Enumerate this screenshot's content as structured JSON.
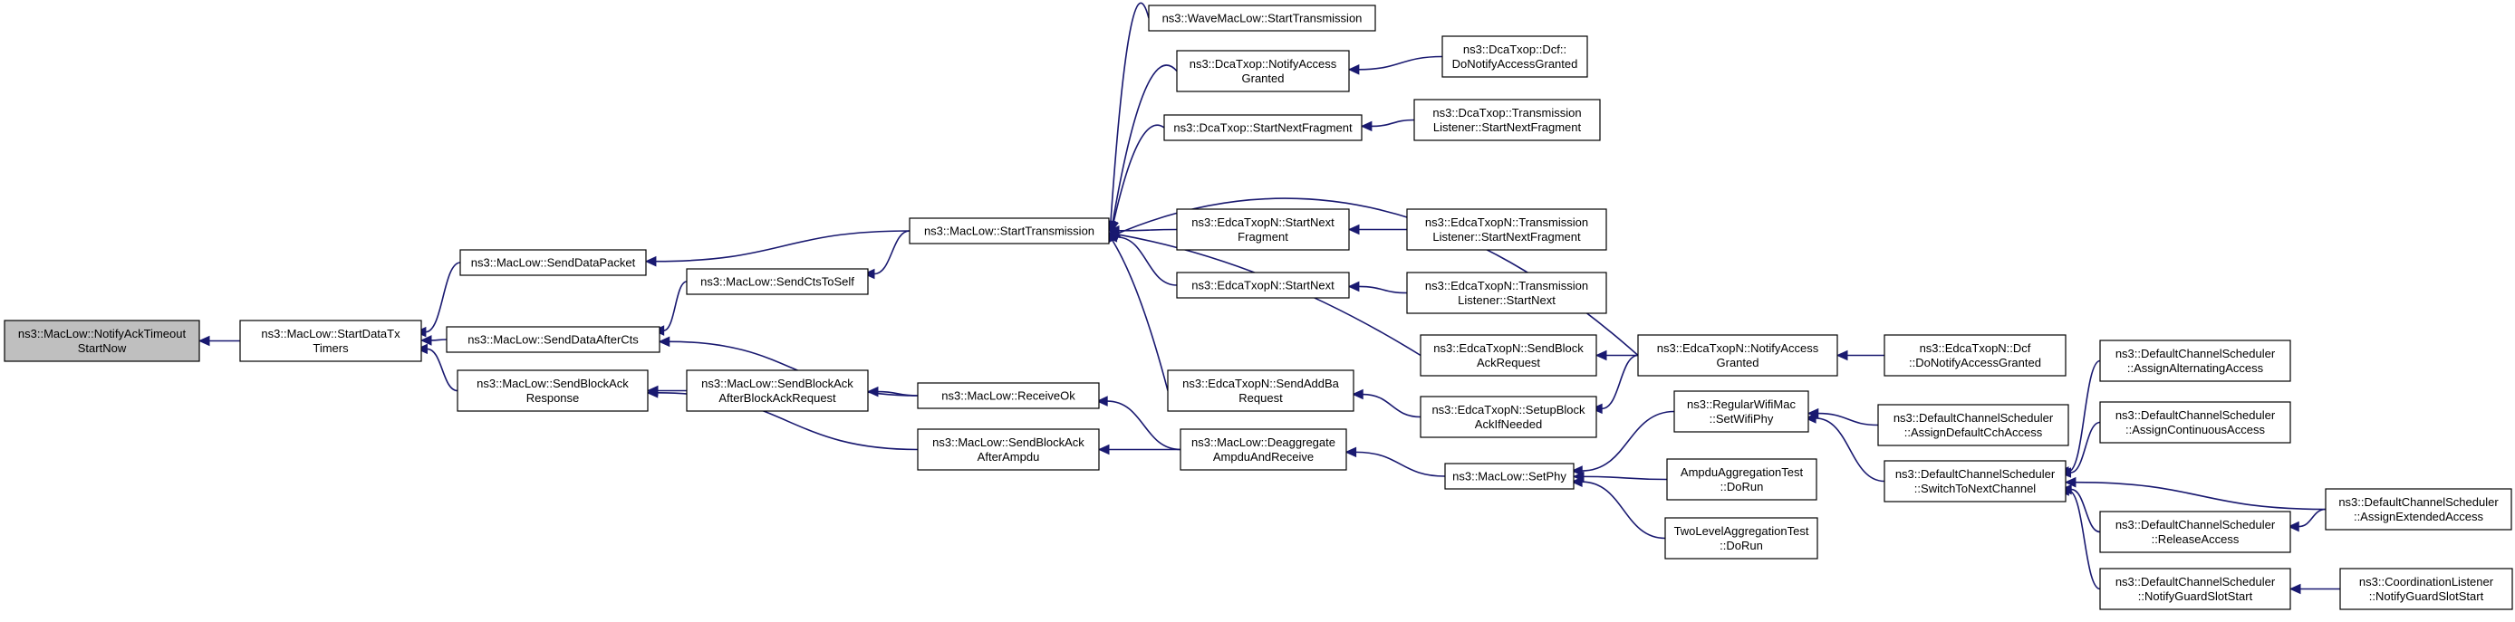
{
  "diagram": {
    "edge_color": "#191970",
    "root_fill": "#bfbfbf",
    "node_fill": "#ffffff",
    "nodes": [
      {
        "id": "n0",
        "lines": [
          "ns3::MacLow::NotifyAckTimeout",
          "StartNow"
        ]
      },
      {
        "id": "n1",
        "lines": [
          "ns3::MacLow::StartDataTx",
          "Timers"
        ]
      },
      {
        "id": "n2",
        "lines": [
          "ns3::MacLow::SendDataPacket"
        ]
      },
      {
        "id": "n3",
        "lines": [
          "ns3::MacLow::SendDataAfterCts"
        ]
      },
      {
        "id": "n4",
        "lines": [
          "ns3::MacLow::SendBlockAck",
          "Response"
        ]
      },
      {
        "id": "n5",
        "lines": [
          "ns3::MacLow::SendCtsToSelf"
        ]
      },
      {
        "id": "n6",
        "lines": [
          "ns3::MacLow::SendBlockAck",
          "AfterBlockAckRequest"
        ]
      },
      {
        "id": "n7",
        "lines": [
          "ns3::MacLow::SendBlockAck",
          "AfterAmpdu"
        ]
      },
      {
        "id": "n8",
        "lines": [
          "ns3::MacLow::StartTransmission"
        ]
      },
      {
        "id": "n9",
        "lines": [
          "ns3::MacLow::ReceiveOk"
        ]
      },
      {
        "id": "n10",
        "lines": [
          "ns3::WaveMacLow::StartTransmission"
        ]
      },
      {
        "id": "n11",
        "lines": [
          "ns3::DcaTxop::NotifyAccess",
          "Granted"
        ]
      },
      {
        "id": "n12",
        "lines": [
          "ns3::DcaTxop::StartNextFragment"
        ]
      },
      {
        "id": "n13",
        "lines": [
          "ns3::EdcaTxopN::StartNext",
          "Fragment"
        ]
      },
      {
        "id": "n14",
        "lines": [
          "ns3::EdcaTxopN::StartNext"
        ]
      },
      {
        "id": "n15",
        "lines": [
          "ns3::EdcaTxopN::SendAddBa",
          "Request"
        ]
      },
      {
        "id": "n16",
        "lines": [
          "ns3::MacLow::Deaggregate",
          "AmpduAndReceive"
        ]
      },
      {
        "id": "n17",
        "lines": [
          "ns3::DcaTxop::Dcf::",
          "DoNotifyAccessGranted"
        ]
      },
      {
        "id": "n18",
        "lines": [
          "ns3::DcaTxop::Transmission",
          "Listener::StartNextFragment"
        ]
      },
      {
        "id": "n19",
        "lines": [
          "ns3::EdcaTxopN::Transmission",
          "Listener::StartNextFragment"
        ]
      },
      {
        "id": "n20",
        "lines": [
          "ns3::EdcaTxopN::Transmission",
          "Listener::StartNext"
        ]
      },
      {
        "id": "n21",
        "lines": [
          "ns3::EdcaTxopN::SendBlock",
          "AckRequest"
        ]
      },
      {
        "id": "n22",
        "lines": [
          "ns3::EdcaTxopN::SetupBlock",
          "AckIfNeeded"
        ]
      },
      {
        "id": "n23",
        "lines": [
          "ns3::MacLow::SetPhy"
        ]
      },
      {
        "id": "n24",
        "lines": [
          "ns3::EdcaTxopN::NotifyAccess",
          "Granted"
        ]
      },
      {
        "id": "n25",
        "lines": [
          "ns3::EdcaTxopN::Dcf",
          "::DoNotifyAccessGranted"
        ]
      },
      {
        "id": "n26",
        "lines": [
          "ns3::RegularWifiMac",
          "::SetWifiPhy"
        ]
      },
      {
        "id": "n27",
        "lines": [
          "AmpduAggregationTest",
          "::DoRun"
        ]
      },
      {
        "id": "n28",
        "lines": [
          "TwoLevelAggregationTest",
          "::DoRun"
        ]
      },
      {
        "id": "n29",
        "lines": [
          "ns3::DefaultChannelScheduler",
          "::AssignDefaultCchAccess"
        ]
      },
      {
        "id": "n30",
        "lines": [
          "ns3::DefaultChannelScheduler",
          "::SwitchToNextChannel"
        ]
      },
      {
        "id": "n31",
        "lines": [
          "ns3::DefaultChannelScheduler",
          "::AssignAlternatingAccess"
        ]
      },
      {
        "id": "n32",
        "lines": [
          "ns3::DefaultChannelScheduler",
          "::AssignContinuousAccess"
        ]
      },
      {
        "id": "n33",
        "lines": [
          "ns3::DefaultChannelScheduler",
          "::ReleaseAccess"
        ]
      },
      {
        "id": "n34",
        "lines": [
          "ns3::DefaultChannelScheduler",
          "::NotifyGuardSlotStart"
        ]
      },
      {
        "id": "n35",
        "lines": [
          "ns3::DefaultChannelScheduler",
          "::AssignExtendedAccess"
        ]
      },
      {
        "id": "n36",
        "lines": [
          "ns3::CoordinationListener",
          "::NotifyGuardSlotStart"
        ]
      }
    ]
  }
}
